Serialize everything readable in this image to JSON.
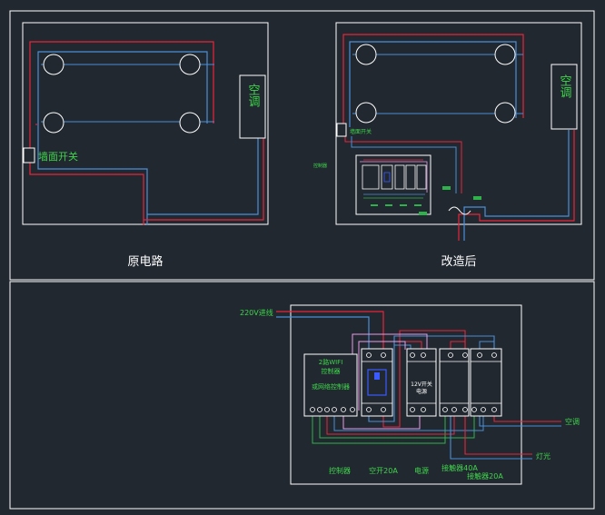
{
  "top_left": {
    "caption": "原电路",
    "switch_label": "墙面开关",
    "ac_label": "空调"
  },
  "top_right": {
    "caption": "改造后",
    "switch_label": "墙面开关",
    "tiny_label": "控制器",
    "ac_label": "空调"
  },
  "bottom": {
    "input_label": "220V进线",
    "controller_title_1": "2路WIFI",
    "controller_title_2": "控制器",
    "controller_title_3": "或网络控制器",
    "psu_label_1": "12V开关",
    "psu_label_2": "电源",
    "out_ac": "空调",
    "out_light": "灯光",
    "cap_controller": "控制器",
    "cap_breaker": "空开20A",
    "cap_power": "电源",
    "cap_contactor40": "接触器40A",
    "cap_contactor20": "接触器20A"
  },
  "colors": {
    "background": "#212830",
    "frame": "#ffffff",
    "red_wire": "#e8243a",
    "blue_wire": "#4a8ed6",
    "green_wire": "#2fb24a",
    "pink_wire": "#e99ae8",
    "label_green": "#3fd64b"
  }
}
